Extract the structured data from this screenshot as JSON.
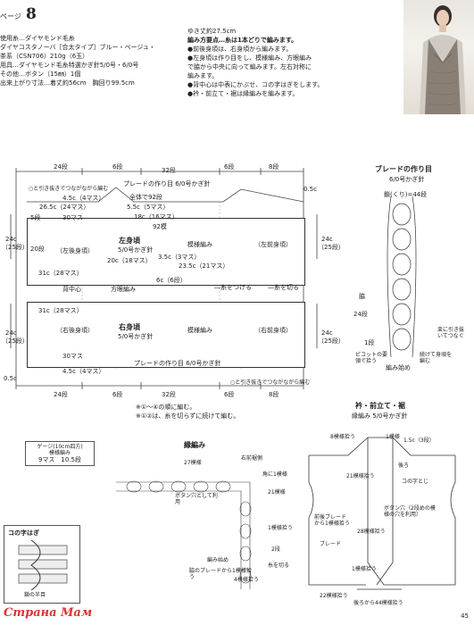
{
  "header": {
    "page_label_prefix": "ページ",
    "page_number": "8",
    "materials": [
      "使用糸…ダイヤモンド毛糸",
      "ダイヤコスタノーバ［合太タイプ］ブルー・ベージュ・",
      "茶系（CSN706）210g（6玉）",
      "用具…ダイヤモンド毛糸特選かぎ針5/0号・6/0号",
      "その他…ボタン（15㎜）1個",
      "出来上がり寸法…着丈約56cm　胸回り99.5cm"
    ],
    "notes": [
      "ゆき丈約27.5cm",
      "編み方要点…糸は1本どりで編みます。",
      "●前後身頃は、右身頃から編みます。",
      "●左身頃は作り目をし、模様編み、方眼編み",
      "で脇から中央に向って編みます。左右対称に",
      "編みます。",
      "●背中心は中表にかぶせ、コの字はぎをします。",
      "●衿・前立て・裾は縁編みを編みます。"
    ]
  },
  "diagram": {
    "top_dims": [
      "24段",
      "6段",
      "32段",
      "6段",
      "8段"
    ],
    "bottom_dims": [
      "24段",
      "6段",
      "32段",
      "6段",
      "8段"
    ],
    "left_body": {
      "title": "左身頃",
      "hook": "5/0号かぎ針",
      "pattern": "模様編み",
      "back_label": "（左後身頃）",
      "front_label": "（左前身頃）"
    },
    "right_body": {
      "title": "右身頃",
      "hook": "5/0号かぎ針",
      "pattern": "模様編み",
      "back_label": "（右後身頃）",
      "front_label": "（右前身頃）"
    },
    "labels": {
      "cast_on": "プレードの作り目 6/0号かぎ針",
      "back_center": "背中心",
      "armhole": "方眼編み",
      "side_height": "24c",
      "side_height_rows": "（25段）",
      "rows92": "92模",
      "start_note": "○と引き抜きでつながながら編む",
      "legend_join": "―糸をつける",
      "legend_cut": "―糸を切る",
      "footer_note1": "※①～④の順に編む。",
      "footer_note2": "※①②は、糸を切らずに続けて編む。",
      "half05": "0.5c",
      "dims_left": [
        "4.5c（4マス）",
        "26.5c（24マス）",
        "30マス",
        "5段",
        "20段",
        "31c（28マス）"
      ],
      "dims_mid": [
        "全体で92段",
        "5.5c（5マス）",
        "18c（16マス）",
        "20c（18マス）",
        "3.5c（3マス）",
        "6c（6段）",
        "23.5c（21マス）"
      ]
    }
  },
  "braid": {
    "title": "ブレードの作り目",
    "hook": "6/0号かぎ針",
    "chain": "鎖(くり)=44段",
    "labels": [
      "脇",
      "24段",
      "1段",
      "束に引き抜いてつなぐ",
      "ピコットの要領で拾う",
      "続けて身頃を編む",
      "編み始め"
    ]
  },
  "collar": {
    "title": "衿・前立て・裾",
    "subtitle": "縁編み 5/0号かぎ針",
    "labels": [
      "8模様拾う",
      "1模様",
      "1.5c（3段）",
      "後ろ",
      "21模様拾う",
      "コの字とじ",
      "前後ブレードから1模様拾う",
      "ボタン穴（2段めの模様の穴を利用）",
      "28模様拾う",
      "ブレード",
      "1模様拾う",
      "22模様拾う",
      "後ろから44模様拾う"
    ]
  },
  "edging": {
    "title": "縁編み",
    "labels": [
      "27模様",
      "右前裾側",
      "角に1模様",
      "ボタン穴として利用",
      "21模様",
      "1模様拾う",
      "糸を切る",
      "編み始め",
      "脇のブレードから1模様拾う",
      "4模様拾う",
      "2段"
    ]
  },
  "gauge": {
    "title": "ゲージ(10cm四方)",
    "subtitle": "模様編み",
    "value": "9マス　10.5段"
  },
  "corner": {
    "title": "コの字はぎ",
    "caption": "鎖の半目"
  },
  "footer": {
    "watermark": "Страна Мам",
    "page": "45"
  }
}
